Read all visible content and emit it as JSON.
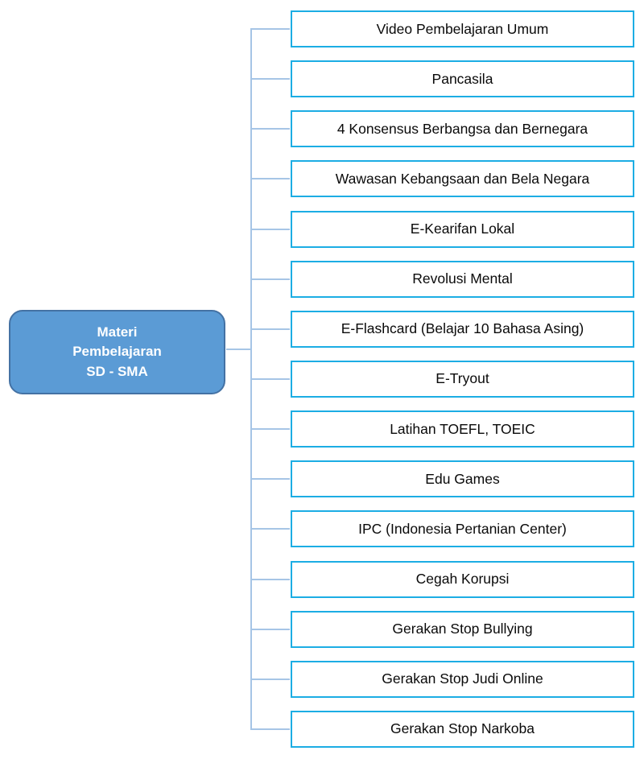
{
  "diagram": {
    "type": "tree",
    "root": {
      "label": "Materi Pembelajaran SD - SMA",
      "label_lines": [
        "Materi",
        "Pembelajaran",
        "SD - SMA"
      ]
    },
    "children": [
      {
        "label": "Video Pembelajaran Umum"
      },
      {
        "label": "Pancasila"
      },
      {
        "label": "4 Konsensus Berbangsa dan Bernegara"
      },
      {
        "label": "Wawasan Kebangsaan dan Bela Negara"
      },
      {
        "label": "E-Kearifan Lokal"
      },
      {
        "label": "Revolusi Mental"
      },
      {
        "label": "E-Flashcard (Belajar 10 Bahasa Asing)"
      },
      {
        "label": "E-Tryout"
      },
      {
        "label": "Latihan TOEFL, TOEIC"
      },
      {
        "label": "Edu Games"
      },
      {
        "label": "IPC (Indonesia Pertanian Center)"
      },
      {
        "label": "Cegah Korupsi"
      },
      {
        "label": "Gerakan Stop Bullying"
      },
      {
        "label": "Gerakan Stop Judi Online"
      },
      {
        "label": "Gerakan Stop Narkoba"
      }
    ],
    "colors": {
      "root_fill": "#5B9BD5",
      "root_border": "#4472A4",
      "root_text": "#FFFFFF",
      "child_border": "#1CADE4",
      "child_fill": "#FFFFFF",
      "child_text": "#0A0A0A",
      "connector": "#A6C5E6"
    }
  }
}
